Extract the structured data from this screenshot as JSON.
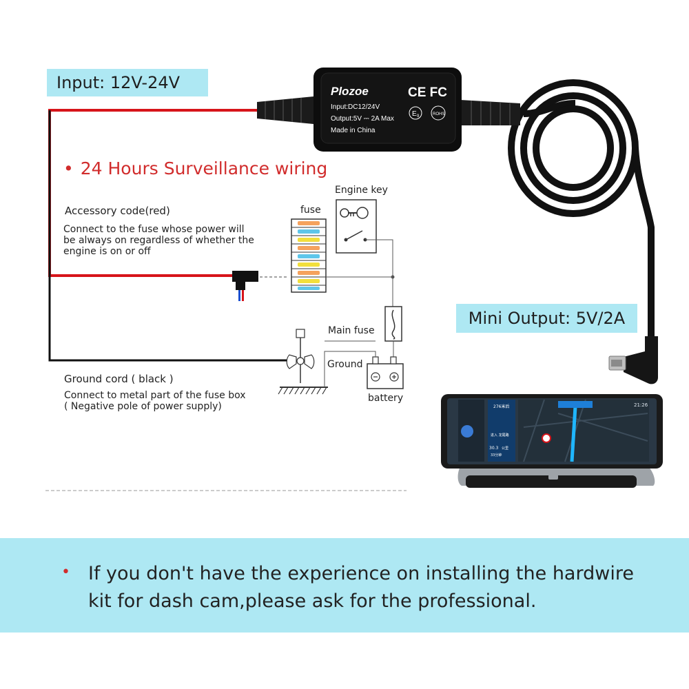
{
  "input_label": "Input: 12V-24V",
  "mini_output_label": "Mini Output: 5V/2A",
  "converter": {
    "brand": "Plozoe",
    "marks": "CE FC",
    "input": "Input:DC12/24V",
    "output": "Output:5V ⎓ 2A Max",
    "origin": "Made in China",
    "e_mark": "E",
    "e_mark_sub": "9",
    "rohs": "ROHS"
  },
  "surveillance_title": "24 Hours Surveillance wiring",
  "accessory": {
    "title": "Accessory code(red)",
    "desc_lines": [
      "Connect to the fuse whose power will",
      "be always on regardless  of whether the",
      "engine is on or off"
    ]
  },
  "ground": {
    "title": "Ground cord ( black )",
    "desc_lines": [
      "Connect to metal part of the fuse box",
      "( Negative pole of power supply)"
    ]
  },
  "diagram_labels": {
    "fuse": "fuse",
    "engine_key": "Engine key",
    "main_fuse": "Main fuse",
    "ground": "Ground",
    "battery": "battery"
  },
  "screen": {
    "time": "21:26",
    "distance": "276米后",
    "road": "进入 龙尾路",
    "speed": "30.3",
    "speed_unit": "公里",
    "minutes": "33分钟"
  },
  "bottom_note_lines": [
    "If you don't have the experience on installing the hardwire",
    "kit for dash cam,please ask for the professional."
  ],
  "colors": {
    "accent_cyan": "#aee8f3",
    "red_wire": "#d7141a",
    "title_red": "#d12c2c"
  }
}
